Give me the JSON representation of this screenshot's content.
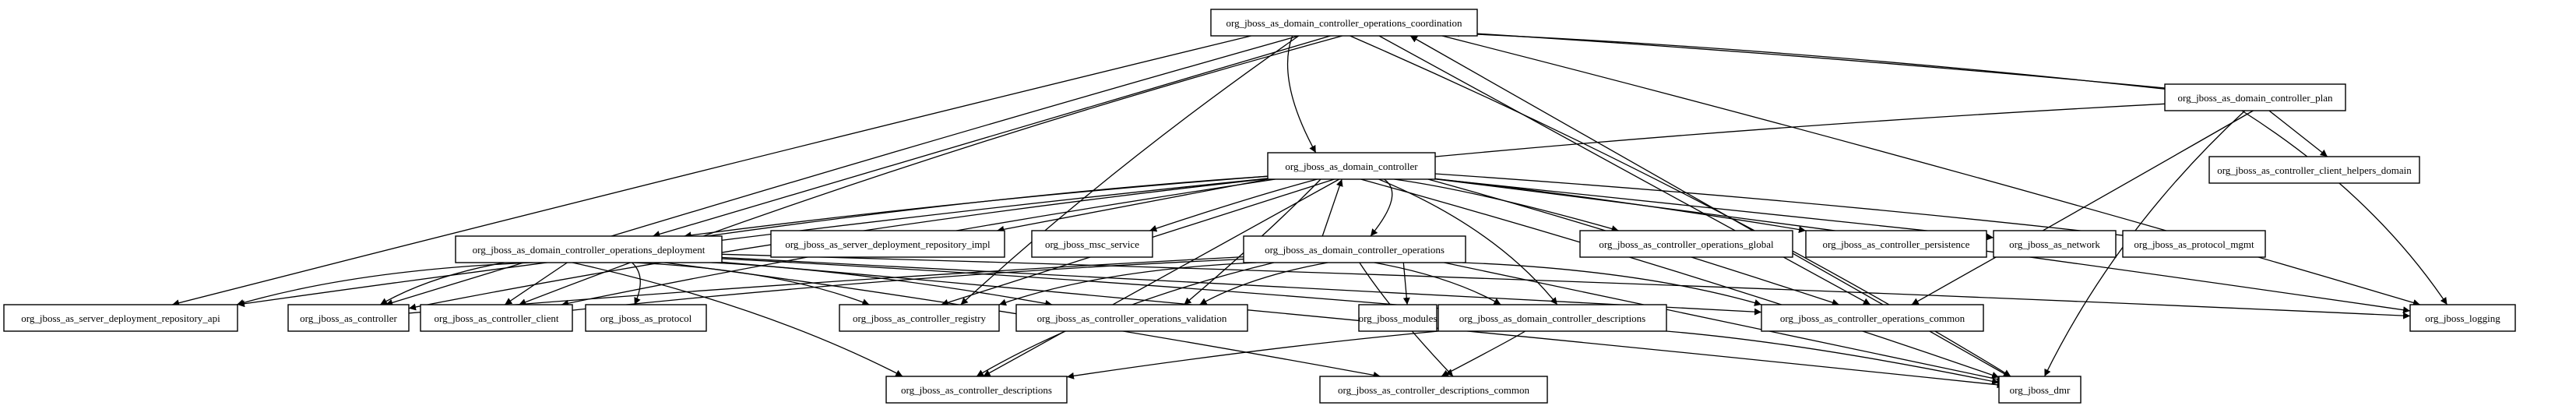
{
  "nodes": [
    {
      "id": "coordination",
      "label": "org_jboss_as_domain_controller_operations_coordination"
    },
    {
      "id": "plan",
      "label": "org_jboss_as_domain_controller_plan"
    },
    {
      "id": "domain_controller",
      "label": "org_jboss_as_domain_controller"
    },
    {
      "id": "client_helpers_domain",
      "label": "org_jboss_as_controller_client_helpers_domain"
    },
    {
      "id": "ops_deployment",
      "label": "org_jboss_as_domain_controller_operations_deployment"
    },
    {
      "id": "repo_impl",
      "label": "org_jboss_as_server_deployment_repository_impl"
    },
    {
      "id": "msc_service",
      "label": "org_jboss_msc_service"
    },
    {
      "id": "dc_operations",
      "label": "org_jboss_as_domain_controller_operations"
    },
    {
      "id": "ops_global",
      "label": "org_jboss_as_controller_operations_global"
    },
    {
      "id": "persistence",
      "label": "org_jboss_as_controller_persistence"
    },
    {
      "id": "network",
      "label": "org_jboss_as_network"
    },
    {
      "id": "protocol_mgmt",
      "label": "org_jboss_as_protocol_mgmt"
    },
    {
      "id": "repo_api",
      "label": "org_jboss_as_server_deployment_repository_api"
    },
    {
      "id": "controller",
      "label": "org_jboss_as_controller"
    },
    {
      "id": "controller_client",
      "label": "org_jboss_as_controller_client"
    },
    {
      "id": "protocol",
      "label": "org_jboss_as_protocol"
    },
    {
      "id": "registry",
      "label": "org_jboss_as_controller_registry"
    },
    {
      "id": "validation",
      "label": "org_jboss_as_controller_operations_validation"
    },
    {
      "id": "modules",
      "label": "org_jboss_modules"
    },
    {
      "id": "dc_descriptions",
      "label": "org_jboss_as_domain_controller_descriptions"
    },
    {
      "id": "ops_common",
      "label": "org_jboss_as_controller_operations_common"
    },
    {
      "id": "logging",
      "label": "org_jboss_logging"
    },
    {
      "id": "descriptions",
      "label": "org_jboss_as_controller_descriptions"
    },
    {
      "id": "descriptions_common",
      "label": "org_jboss_as_controller_descriptions_common"
    },
    {
      "id": "dmr",
      "label": "org_jboss_dmr"
    }
  ],
  "edges": [
    [
      "coordination",
      "domain_controller"
    ],
    [
      "coordination",
      "plan"
    ],
    [
      "coordination",
      "ops_deployment"
    ],
    [
      "coordination",
      "repo_api"
    ],
    [
      "coordination",
      "controller"
    ],
    [
      "coordination",
      "controller_client"
    ],
    [
      "coordination",
      "registry"
    ],
    [
      "coordination",
      "ops_common"
    ],
    [
      "coordination",
      "logging"
    ],
    [
      "coordination",
      "dmr"
    ],
    [
      "plan",
      "coordination"
    ],
    [
      "plan",
      "domain_controller"
    ],
    [
      "plan",
      "client_helpers_domain"
    ],
    [
      "plan",
      "ops_common"
    ],
    [
      "plan",
      "logging"
    ],
    [
      "plan",
      "dmr"
    ],
    [
      "domain_controller",
      "ops_deployment"
    ],
    [
      "domain_controller",
      "repo_impl"
    ],
    [
      "domain_controller",
      "msc_service"
    ],
    [
      "domain_controller",
      "dc_operations"
    ],
    [
      "domain_controller",
      "ops_global"
    ],
    [
      "domain_controller",
      "persistence"
    ],
    [
      "domain_controller",
      "network"
    ],
    [
      "domain_controller",
      "protocol_mgmt"
    ],
    [
      "domain_controller",
      "repo_api"
    ],
    [
      "domain_controller",
      "controller"
    ],
    [
      "domain_controller",
      "controller_client"
    ],
    [
      "domain_controller",
      "registry"
    ],
    [
      "domain_controller",
      "validation"
    ],
    [
      "domain_controller",
      "dc_descriptions"
    ],
    [
      "domain_controller",
      "ops_common"
    ],
    [
      "domain_controller",
      "logging"
    ],
    [
      "domain_controller",
      "descriptions"
    ],
    [
      "domain_controller",
      "dmr"
    ],
    [
      "ops_deployment",
      "domain_controller"
    ],
    [
      "ops_deployment",
      "repo_api"
    ],
    [
      "ops_deployment",
      "controller"
    ],
    [
      "ops_deployment",
      "controller_client"
    ],
    [
      "ops_deployment",
      "protocol"
    ],
    [
      "ops_deployment",
      "registry"
    ],
    [
      "ops_deployment",
      "validation"
    ],
    [
      "ops_deployment",
      "dc_descriptions"
    ],
    [
      "ops_deployment",
      "ops_common"
    ],
    [
      "ops_deployment",
      "logging"
    ],
    [
      "ops_deployment",
      "descriptions"
    ],
    [
      "ops_deployment",
      "descriptions_common"
    ],
    [
      "ops_deployment",
      "dmr"
    ],
    [
      "dc_operations",
      "domain_controller"
    ],
    [
      "dc_operations",
      "controller"
    ],
    [
      "dc_operations",
      "controller_client"
    ],
    [
      "dc_operations",
      "registry"
    ],
    [
      "dc_operations",
      "validation"
    ],
    [
      "dc_operations",
      "modules"
    ],
    [
      "dc_operations",
      "dc_descriptions"
    ],
    [
      "dc_operations",
      "ops_common"
    ],
    [
      "dc_operations",
      "descriptions"
    ],
    [
      "dc_operations",
      "descriptions_common"
    ],
    [
      "dc_operations",
      "dmr"
    ],
    [
      "dc_descriptions",
      "descriptions"
    ],
    [
      "dc_descriptions",
      "descriptions_common"
    ],
    [
      "dc_descriptions",
      "dmr"
    ],
    [
      "dmr",
      "coordination"
    ]
  ]
}
